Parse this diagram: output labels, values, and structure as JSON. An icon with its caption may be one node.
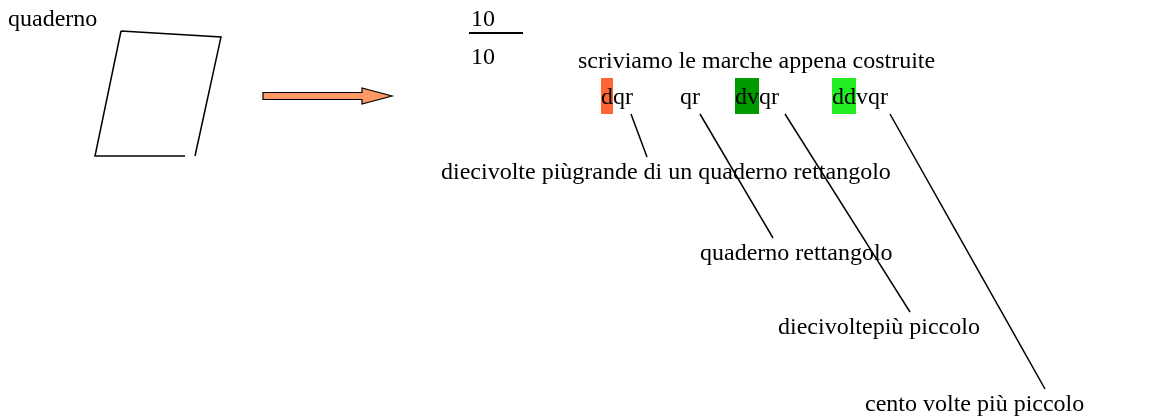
{
  "diagram": {
    "nodes": [
      {
        "text": [
          "quaderno"
        ]
      },
      {
        "text": [
          "10",
          "10"
        ]
      },
      {
        "text": [
          "dqr"
        ]
      },
      {
        "text": [
          "qr"
        ]
      },
      {
        "text": [
          "dvqr"
        ]
      },
      {
        "text": [
          "ddvqr"
        ]
      },
      {
        "text": [
          "diecivolte piùgrande di un quaderno rettangolo"
        ]
      },
      {
        "text": [
          "quaderno rettangolo"
        ]
      },
      {
        "text": [
          "diecivoltepiù piccolo"
        ]
      },
      {
        "text": [
          "cento volte più piccolo"
        ]
      }
    ],
    "edges": [
      {
        "from": 0,
        "to": 1,
        "arrow": "to",
        "style": "thick",
        "color": "#ff9966"
      },
      {
        "from": 6,
        "to": 2,
        "arrow": "none"
      },
      {
        "from": 7,
        "to": 3,
        "arrow": "none"
      },
      {
        "from": 8,
        "to": 4,
        "arrow": "none"
      },
      {
        "from": 9,
        "to": 5,
        "arrow": "none"
      }
    ],
    "labels": [
      "scriviamo le marche appena costruite"
    ]
  }
}
